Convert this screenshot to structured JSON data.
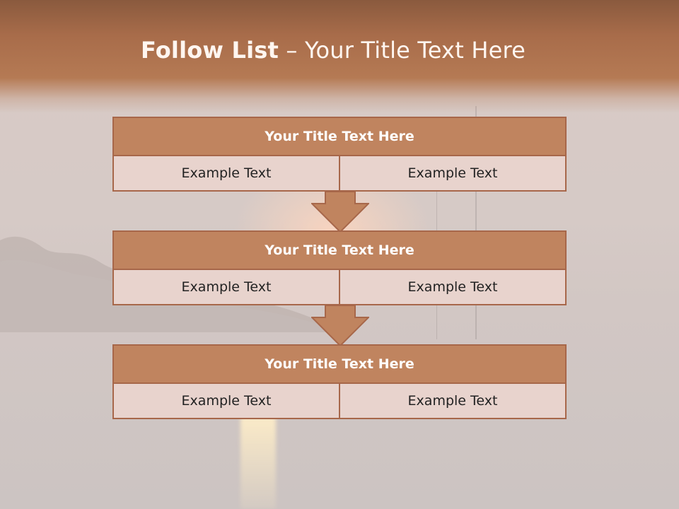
{
  "slide": {
    "title_bold": "Follow List",
    "title_rest": " – Your Title Text Here",
    "blocks": [
      {
        "title": "Your Title Text Here",
        "left": "Example Text",
        "right": "Example Text"
      },
      {
        "title": "Your Title Text Here",
        "left": "Example Text",
        "right": "Example Text"
      },
      {
        "title": "Your Title Text Here",
        "left": "Example Text",
        "right": "Example Text"
      }
    ]
  },
  "colors": {
    "header_brown": "#a86c4a",
    "block_title_fill": "#c0845f",
    "block_border": "#a7674a",
    "cell_fill": "#e8d3cd"
  },
  "icons": [
    "down-arrow-icon"
  ]
}
